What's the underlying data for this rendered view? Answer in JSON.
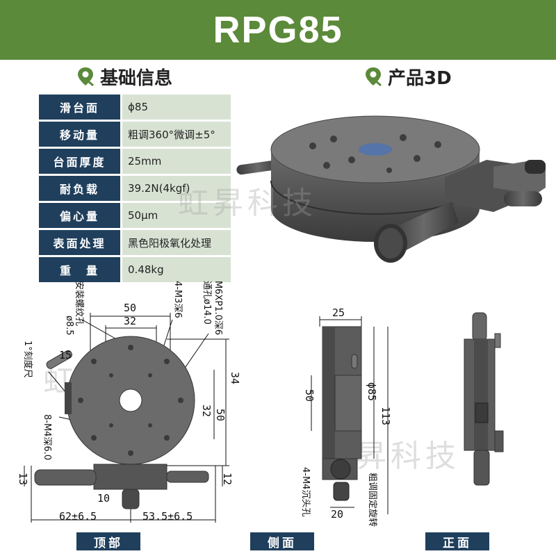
{
  "header": {
    "title": "RPG85"
  },
  "sections": {
    "info_title": "基础信息",
    "model3d_title": "产品3D"
  },
  "specs": [
    {
      "key": "滑台面",
      "value": "ϕ85"
    },
    {
      "key": "移动量",
      "value": "粗调360°微调±5°"
    },
    {
      "key": "台面厚度",
      "value": "25mm"
    },
    {
      "key": "耐负载",
      "value": "39.2N(4kgf)"
    },
    {
      "key": "偏心量",
      "value": "50μm"
    },
    {
      "key": "表面处理",
      "value": "黑色阳极氧化处理"
    },
    {
      "key": "重　量",
      "value": "0.48kg"
    }
  ],
  "watermark": "虹昇科技",
  "top_view": {
    "dims": {
      "d50": "50",
      "d32": "32",
      "d15": "15",
      "d10": "10",
      "d34": "34",
      "d32v": "32",
      "d50v": "50",
      "d13": "13",
      "d12": "12",
      "left": "62±6.5",
      "right": "53.5±6.5"
    },
    "notes": {
      "mount": "安装螺纹孔",
      "mount_sub": "ø8.5",
      "m3": "4-M3深6",
      "m6": "M6XP1.0深6",
      "thru": "通孔ø14.0",
      "scale": "1°刻度尺",
      "m4": "8-M4深6.0"
    }
  },
  "side_view": {
    "dims": {
      "d25": "25",
      "d50": "50",
      "d85": "ϕ85",
      "d113": "113",
      "d20": "20"
    },
    "notes": {
      "m4": "4-M4沉头孔",
      "rotate": "粗调固定旋转"
    }
  },
  "view_labels": {
    "top": "顶部",
    "side": "侧面",
    "front": "正面"
  },
  "colors": {
    "header": "#5b8a3a",
    "key_bg": "#1f3f5c",
    "val_bg": "#d8e2d3",
    "metal": "#5a5a5a"
  }
}
